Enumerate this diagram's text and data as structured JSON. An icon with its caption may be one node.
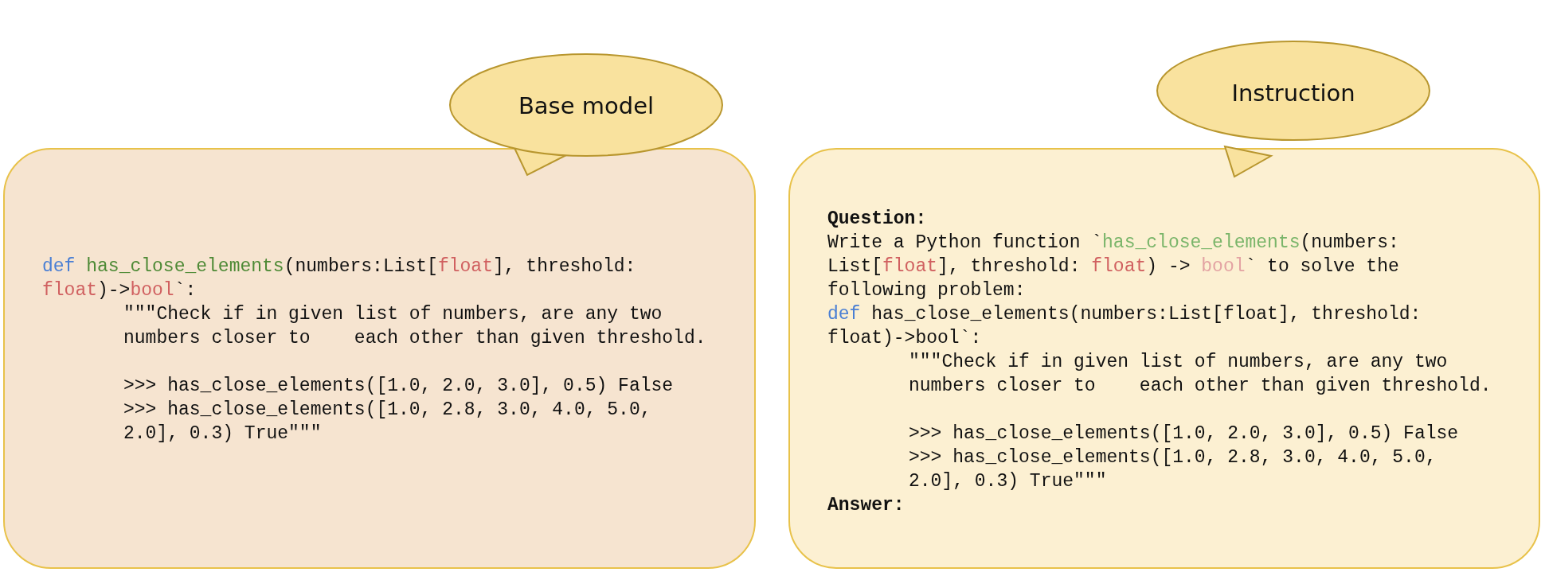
{
  "diagram": {
    "nodes": [
      {
        "text": [
          "def has_close_elements(numbers:List[float], threshold:",
          "float)->bool`:",
          "\"\"\"Check if in given list of numbers, are any two",
          "numbers closer to    each other than given threshold.",
          ">>> has_close_elements([1.0, 2.0, 3.0], 0.5) False",
          ">>> has_close_elements([1.0, 2.8, 3.0, 4.0, 5.0,",
          "2.0], 0.3) True\"\"\""
        ]
      },
      {
        "text": [
          "Base model"
        ]
      },
      {
        "text": [
          "Question:",
          "Write a Python function `has_close_elements(numbers:",
          "List[float], threshold: float) -> bool` to solve the",
          "following problem:",
          "def has_close_elements(numbers:List[float], threshold:",
          "float)->bool`:",
          "\"\"\"Check if in given list of numbers, are any two",
          "numbers closer to    each other than given threshold.",
          ">>> has_close_elements([1.0, 2.0, 3.0], 0.5) False",
          ">>> has_close_elements([1.0, 2.8, 3.0, 4.0, 5.0,",
          "2.0], 0.3) True\"\"\"",
          "Answer:"
        ]
      },
      {
        "text": [
          "Instruction"
        ]
      }
    ]
  }
}
